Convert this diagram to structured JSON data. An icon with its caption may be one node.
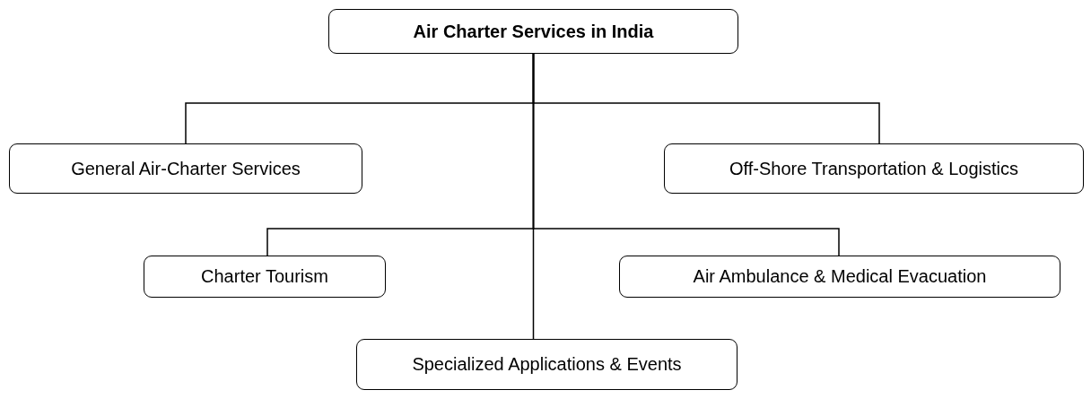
{
  "diagram": {
    "nodes": [
      {
        "text": [
          "Air Charter Services in India"
        ]
      },
      {
        "text": [
          "General Air-Charter Services"
        ]
      },
      {
        "text": [
          "Off-Shore Transportation & Logistics"
        ]
      },
      {
        "text": [
          "Charter Tourism"
        ]
      },
      {
        "text": [
          "Air Ambulance & Medical Evacuation"
        ]
      },
      {
        "text": [
          "Specialized Applications & Events"
        ]
      }
    ],
    "edges": [
      {
        "from": 0,
        "to": 1,
        "arrow": "none"
      },
      {
        "from": 0,
        "to": 2,
        "arrow": "none"
      },
      {
        "from": 0,
        "to": 3,
        "arrow": "none"
      },
      {
        "from": 0,
        "to": 4,
        "arrow": "none"
      },
      {
        "from": 0,
        "to": 5,
        "arrow": "none"
      }
    ]
  }
}
